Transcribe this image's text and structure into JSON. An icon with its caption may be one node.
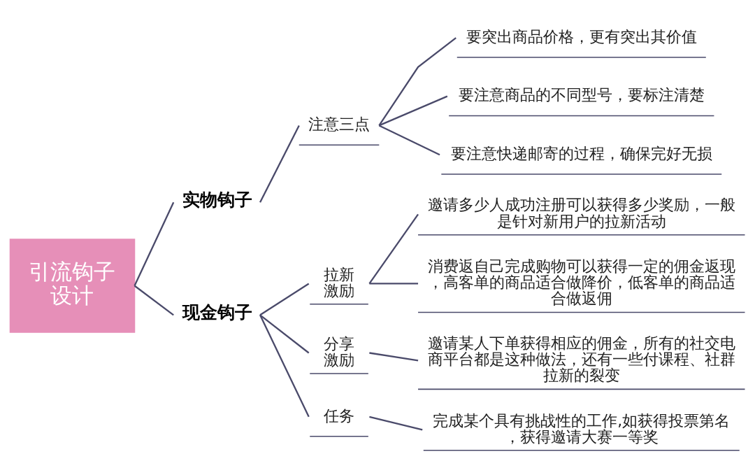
{
  "diagram": {
    "nodes": [
      {
        "text": [
          "引流钩子设计"
        ]
      },
      {
        "text": [
          "实物钩子"
        ]
      },
      {
        "text": [
          "注意三点"
        ]
      },
      {
        "text": [
          "要突出商品价格，更有突出其价值"
        ]
      },
      {
        "text": [
          "要注意商品的不同型号，要标注清楚"
        ]
      },
      {
        "text": [
          "要注意快递邮寄的过程，确保完好无损"
        ]
      },
      {
        "text": [
          "现金钩子"
        ]
      },
      {
        "text": [
          "拉新激励"
        ]
      },
      {
        "text": [
          "邀请多少人成功注册可以获得多少奖励，一般是针对新用户的拉新活动"
        ]
      },
      {
        "text": [
          "消费返自己完成购物可以获得一定的佣金返现，高客单的商品适合做降价，低客单的商品适合做返佣"
        ]
      },
      {
        "text": [
          "分享激励"
        ]
      },
      {
        "text": [
          "邀请某人下单获得相应的佣金，所有的社交电商平台都是这种做法，还有一些付课程、社群拉新的裂变"
        ]
      },
      {
        "text": [
          "任务"
        ]
      },
      {
        "text": [
          "完成某个具有挑战性的工作,如获得投票第名，获得邀请大赛一等奖"
        ]
      }
    ],
    "edges": [
      {
        "from": 0,
        "to": 1,
        "arrow": "none"
      },
      {
        "from": 1,
        "to": 2,
        "arrow": "none"
      },
      {
        "from": 2,
        "to": 3,
        "arrow": "none"
      },
      {
        "from": 2,
        "to": 4,
        "arrow": "none"
      },
      {
        "from": 2,
        "to": 5,
        "arrow": "none"
      },
      {
        "from": 0,
        "to": 6,
        "arrow": "none"
      },
      {
        "from": 6,
        "to": 7,
        "arrow": "none"
      },
      {
        "from": 7,
        "to": 8,
        "arrow": "none"
      },
      {
        "from": 7,
        "to": 9,
        "arrow": "none"
      },
      {
        "from": 6,
        "to": 10,
        "arrow": "none"
      },
      {
        "from": 10,
        "to": 11,
        "arrow": "none"
      },
      {
        "from": 6,
        "to": 12,
        "arrow": "none"
      },
      {
        "from": 12,
        "to": 13,
        "arrow": "none"
      }
    ]
  }
}
